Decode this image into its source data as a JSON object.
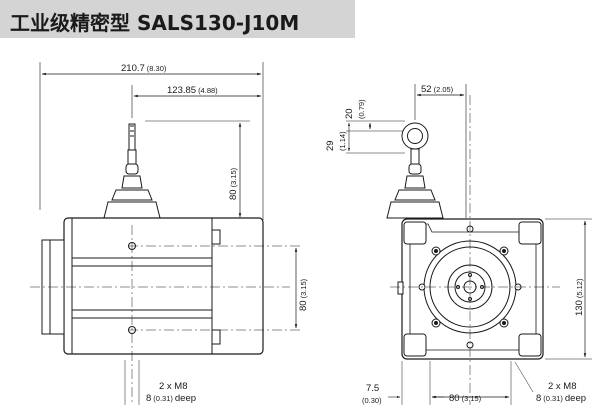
{
  "title": "工业级精密型 SALS130-J10M",
  "side_view": {
    "overall_length": {
      "value": "210.7",
      "inch": "(8.30)"
    },
    "cable_offset": {
      "value": "123.85",
      "inch": "(4.88)"
    },
    "cable_height": {
      "value": "80",
      "inch": "(3.15)"
    },
    "body_height": {
      "value": "80",
      "inch": "(3.15)"
    },
    "thread_note": {
      "line1": "2 x M8",
      "line2_value": "8",
      "line2_inch": "(0.31)",
      "line2_suffix": "deep"
    }
  },
  "front_view": {
    "eye_offset": {
      "value": "52",
      "inch": "(2.05)"
    },
    "eye_dim_a": {
      "value": "20",
      "inch": "(0.79)"
    },
    "eye_dim_b": {
      "value": "29",
      "inch": "(1.14)"
    },
    "side_height": {
      "value": "130",
      "inch": "(5.12)"
    },
    "edge_offset": {
      "value": "7.5",
      "inch": "(0.30)"
    },
    "hole_spacing": {
      "value": "80",
      "inch": "(3.15)"
    },
    "thread_note": {
      "line1": "2 x M8",
      "line2_value": "8",
      "line2_inch": "(0.31)",
      "line2_suffix": "deep"
    }
  }
}
